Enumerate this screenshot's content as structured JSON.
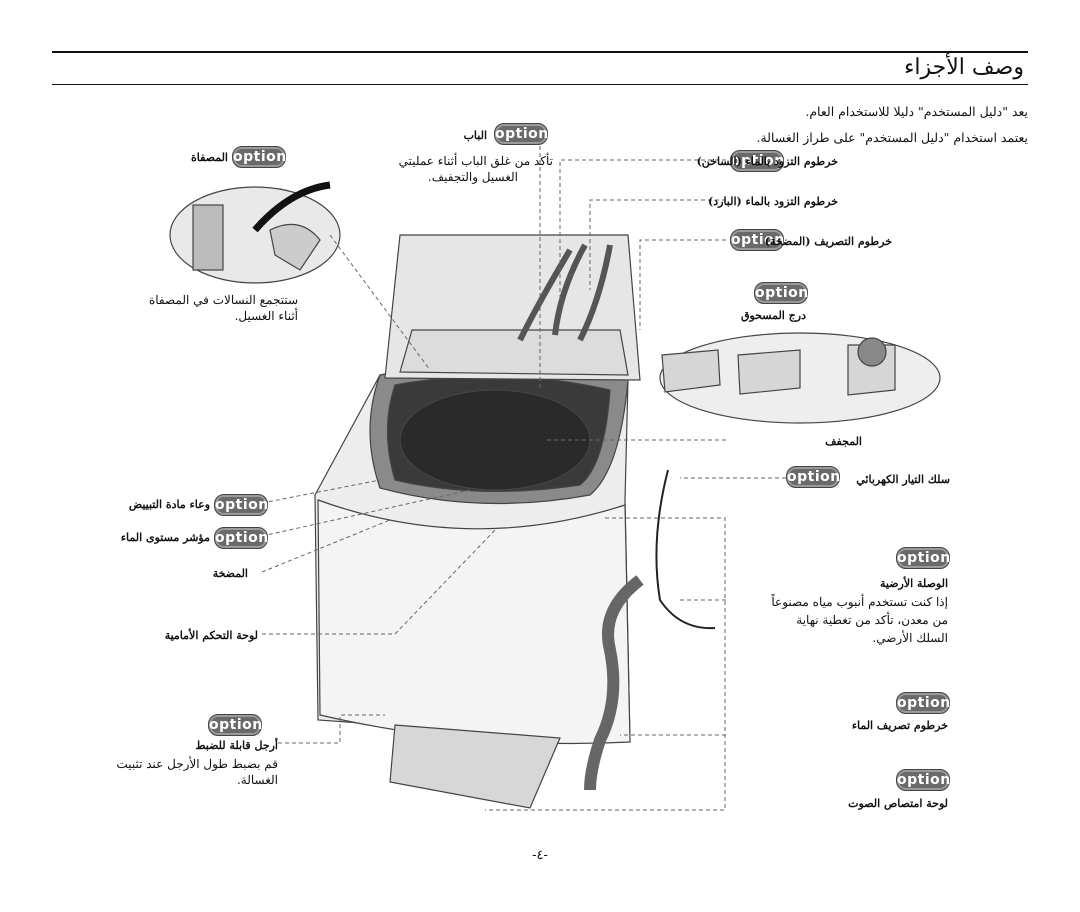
{
  "page": {
    "title": "وصف الأجزاء",
    "page_number": "-٤-"
  },
  "intro": [
    "يعد \"دليل المستخدم\" دليلا للاستخدام العام.",
    "يعتمد استخدام \"دليل المستخدم\" على طراز الغسالة."
  ],
  "badge_text": "option",
  "labels": {
    "lint_filter": "المصفاة",
    "lint_filter_note_1": "ستتجمع النسالات في المصفاة",
    "lint_filter_note_2": "أثناء الغسيل.",
    "door": "الباب",
    "door_note_1": "تأكد من غلق الباب أثناء عمليتي",
    "door_note_2": "الغسيل والتجفيف.",
    "hot_hose": "خرطوم التزود بالماء (الساخن)",
    "cold_hose": "خرطوم التزود بالماء (البارد)",
    "drain_pump_hose": "خرطوم التصريف (المضخة)",
    "detergent_drawer": "درج المسحوق",
    "dryer": "المجفف",
    "power_cord": "سلك التيار الكهربائي",
    "ground_wire": "الوصلة الأرضية",
    "ground_note_1": "إذا كنت تستخدم أنبوب مياه مصنوعاً",
    "ground_note_2": "من معدن، تأكد من تغطية نهاية",
    "ground_note_3": "السلك الأرضي.",
    "drain_hose": "خرطوم تصريف الماء",
    "noise_pad": "لوحة امتصاص الصوت",
    "bleach": "وعاء مادة التبييض",
    "water_level": "مؤشر مستوى الماء",
    "pump": "المضخة",
    "front_panel": "لوحة التحكم الأمامية",
    "legs": "أرجل قابلة للضبط",
    "legs_note_1": "قم بضبط طول الأرجل عند تثبيت",
    "legs_note_2": "الغسالة."
  }
}
